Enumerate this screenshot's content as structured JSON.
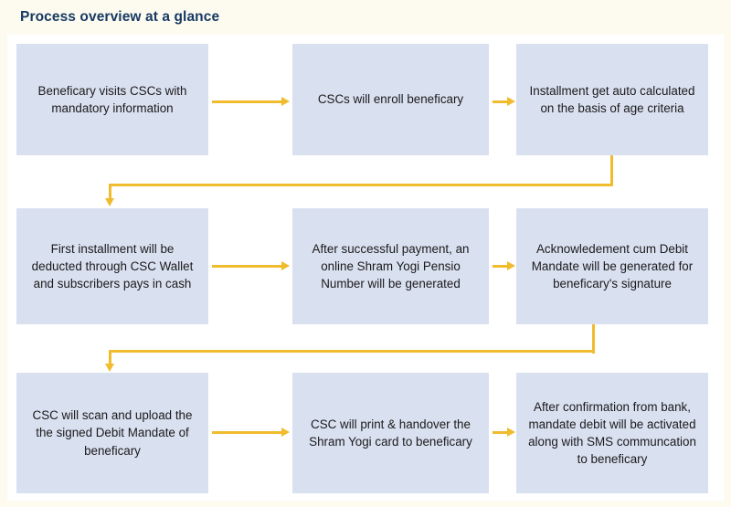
{
  "title": "Process overview at a glance",
  "colors": {
    "page_background": "#fdfbf0",
    "plate_background": "#ffffff",
    "box_fill": "#d9e0f0",
    "connector": "#f0bc2e",
    "title_text": "#173a63",
    "box_text": "#1a1a1a"
  },
  "flow": {
    "rows": [
      {
        "row_index": 1,
        "boxes": [
          {
            "id": "step-1",
            "text": "Beneficary visits CSCs with mandatory information"
          },
          {
            "id": "step-2",
            "text": "CSCs will enroll beneficary"
          },
          {
            "id": "step-3",
            "text": "Installment get auto calculated on the basis of age criteria"
          }
        ]
      },
      {
        "row_index": 2,
        "boxes": [
          {
            "id": "step-4",
            "text": "First installment will be deducted through CSC Wallet and subscribers pays in cash"
          },
          {
            "id": "step-5",
            "text": "After successful payment, an online Shram Yogi Pensio Number will be generated"
          },
          {
            "id": "step-6",
            "text": "Acknowledement cum Debit Mandate will be generated for beneficary's signature"
          }
        ]
      },
      {
        "row_index": 3,
        "boxes": [
          {
            "id": "step-7",
            "text": "CSC will scan and upload the the signed Debit Mandate of beneficary"
          },
          {
            "id": "step-8",
            "text": "CSC will print & handover the Shram Yogi card to beneficary"
          },
          {
            "id": "step-9",
            "text": "After confirmation from bank, mandate debit will be activated along with SMS communcation to beneficary"
          }
        ]
      }
    ],
    "connectors": [
      {
        "id": "conn-1-2",
        "from": "step-1",
        "to": "step-2",
        "kind": "arrow-right"
      },
      {
        "id": "conn-2-3",
        "from": "step-2",
        "to": "step-3",
        "kind": "arrow-right"
      },
      {
        "id": "conn-3-4",
        "from": "step-3",
        "to": "step-4",
        "kind": "elbow-down-left"
      },
      {
        "id": "conn-4-5",
        "from": "step-4",
        "to": "step-5",
        "kind": "arrow-right"
      },
      {
        "id": "conn-5-6",
        "from": "step-5",
        "to": "step-6",
        "kind": "arrow-right"
      },
      {
        "id": "conn-6-7",
        "from": "step-6",
        "to": "step-7",
        "kind": "elbow-down-left"
      },
      {
        "id": "conn-7-8",
        "from": "step-7",
        "to": "step-8",
        "kind": "arrow-right"
      },
      {
        "id": "conn-8-9",
        "from": "step-8",
        "to": "step-9",
        "kind": "arrow-right"
      }
    ]
  }
}
